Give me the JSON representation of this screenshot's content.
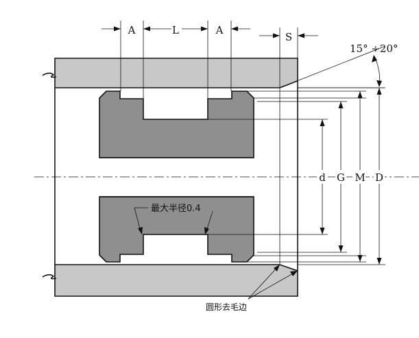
{
  "labels": {
    "A_left": "A",
    "L": "L",
    "A_right": "A",
    "S": "S",
    "angle": "15° ÷20°",
    "d": "d",
    "G": "G",
    "M": "M",
    "D": "D",
    "max_radius": "最大半径0.4",
    "chamfer": "圆形去毛边"
  },
  "colors": {
    "housing_fill": "#c8c8c8",
    "gasket_fill": "#8f8f8f",
    "line": "#111111",
    "background": "#ffffff"
  }
}
